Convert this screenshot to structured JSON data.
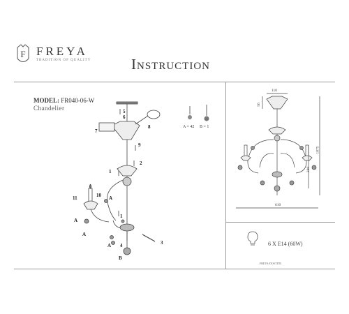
{
  "brand": {
    "name": "FREYA",
    "tagline": "TRADITION OF QUALITY"
  },
  "title": "Instruction",
  "product": {
    "model_label": "MODEL:",
    "model_value": "FR040-06-W",
    "kind": "Chandelier"
  },
  "legend": {
    "a": "A = 42",
    "b": "B = 1"
  },
  "dimensions": {
    "top_width": "110",
    "top_drop": "56",
    "total_height": "1075",
    "body_height": "380",
    "width": "610"
  },
  "lamp_spec": "6 X E14 (60W)",
  "code": "FREYA-DOSTITR",
  "part_labels": [
    "1",
    "2",
    "3",
    "4",
    "5",
    "6",
    "7",
    "8",
    "9",
    "10",
    "11",
    "A",
    "B"
  ]
}
